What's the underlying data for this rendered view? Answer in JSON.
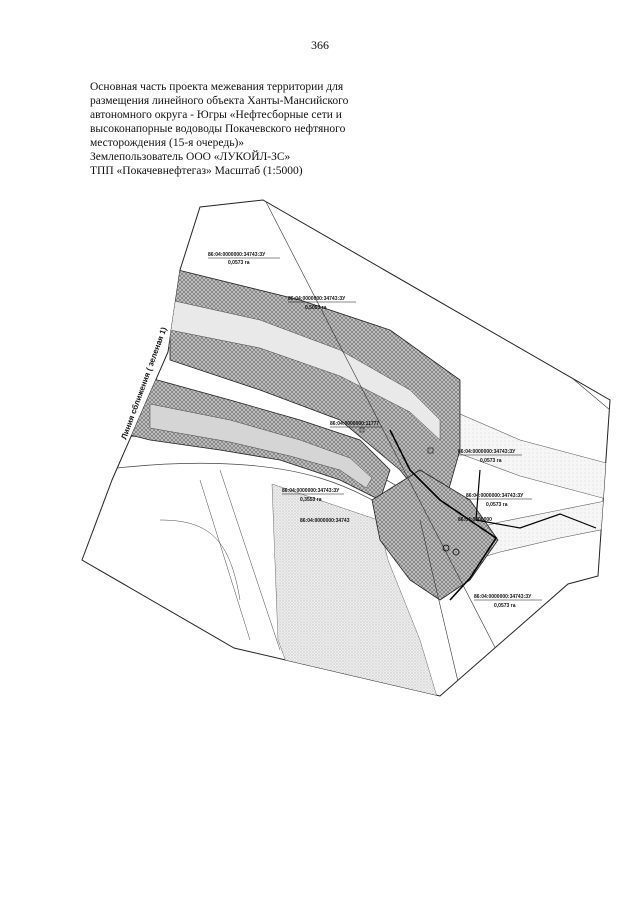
{
  "page": {
    "number": "366"
  },
  "heading": {
    "lines": [
      "Основная часть проекта межевания территории для",
      "размещения линейного объекта Ханты-Мансийского",
      "автономного округа - Югры «Нефтесборные сети и",
      "высоконапорные водоводы Покачевского нефтяного",
      "месторождения (15-я очередь)»",
      "Землепользователь ООО «ЛУКОЙЛ-ЗС»",
      "ТПП «Покачевнефтегаз» Масштаб (1:5000)"
    ]
  },
  "map": {
    "boundary_label": "Линия сближения ( зеленая 1)",
    "parcels": [
      {
        "id": "86:04:0000000:34743:ЗУ",
        "area": "0,0573 га"
      },
      {
        "id": "86:04:0000000:34743:ЗУ",
        "area": "0,5053 га"
      },
      {
        "id": "86:04:0000000:11777",
        "area": ""
      },
      {
        "id": "86:04:0000000:34743:ЗУ",
        "area": "0,0573 га"
      },
      {
        "id": "86:04:0000000:34743:ЗУ",
        "area": "0,0573 га"
      },
      {
        "id": "86:04:0000000:34743:ЗУ",
        "area": "0,3553 га"
      },
      {
        "id": "86:04:0000000:34743",
        "area": ""
      },
      {
        "id": "86:04:0000000:34743:ЗУ",
        "area": "0,0573 га"
      },
      {
        "id": "86:04:0000000",
        "area": ""
      }
    ]
  }
}
